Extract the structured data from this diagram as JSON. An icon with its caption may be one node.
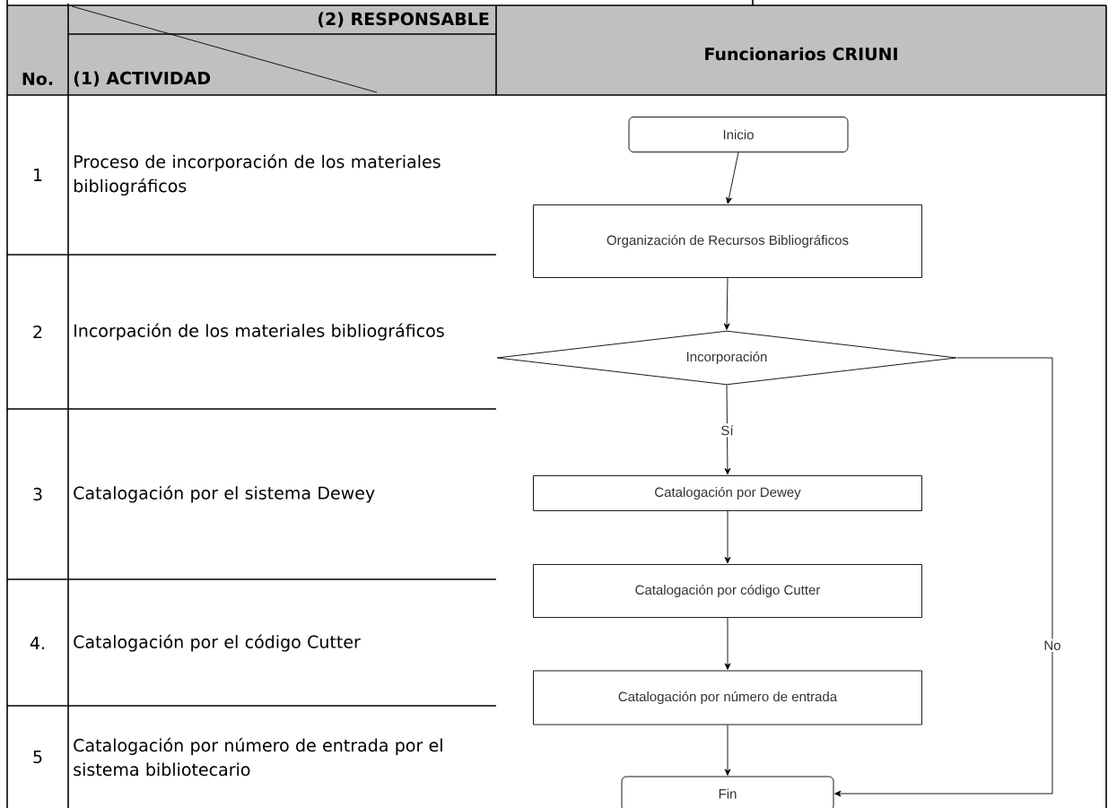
{
  "diagram": {
    "nodes": [
      {
        "text": [
          "Inicio"
        ]
      },
      {
        "text": [
          "Organización de Recursos Bibliográficos"
        ]
      },
      {
        "text": [
          "Incorporación"
        ]
      },
      {
        "text": [
          "Catalogación por Dewey"
        ]
      },
      {
        "text": [
          "Catalogación por código Cutter"
        ]
      },
      {
        "text": [
          "Catalogación por número de entrada"
        ]
      },
      {
        "text": [
          "Fin"
        ]
      }
    ],
    "edges": [
      {
        "from": 0,
        "to": 1,
        "arrow": "to"
      },
      {
        "from": 1,
        "to": 2,
        "arrow": "to"
      },
      {
        "from": 2,
        "to": 3,
        "arrow": "to",
        "label": "Sí"
      },
      {
        "from": 3,
        "to": 4,
        "arrow": "to"
      },
      {
        "from": 4,
        "to": 5,
        "arrow": "to"
      },
      {
        "from": 5,
        "to": 6,
        "arrow": "to"
      },
      {
        "from": 2,
        "to": 6,
        "arrow": "to",
        "label": "No"
      }
    ],
    "labels": [
      "(2) RESPONSABLE",
      "Funcionarios CRIUNI",
      "No.",
      "(1) ACTIVIDAD",
      "1",
      "Proceso de incorporación de los materiales bibliográficos",
      "2",
      "Incorpación de los materiales bibliográficos",
      "3",
      "Catalogación por el sistema Dewey",
      "4.",
      "Catalogación por el código Cutter",
      "5",
      "Catalogación por número de entrada por el sistema bibliotecario"
    ]
  }
}
